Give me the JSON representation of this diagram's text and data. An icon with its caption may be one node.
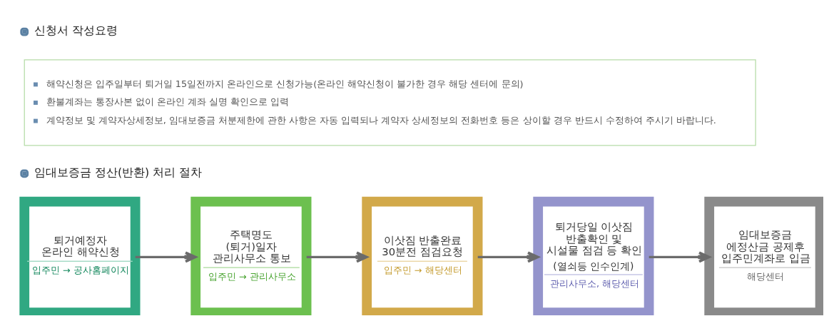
{
  "diagram": {
    "nodes": [
      {
        "text": [
          "해약신청은 입주일부터 퇴거일 15일전까지 온라인으로 신청가능(온라인 해약신청이 불가한 경우 해당 센터에 문의)",
          "환불계좌는 통장사본 없이 온라인 계좌 실명 확인으로 입력",
          "계약정보 및 계약자상세정보, 임대보증금 처분제한에 관한 사항은 자동 입력되나 계약자 상세정보의 전화번호 등은 상이할 경우 반드시 수정하여 주시기 바랍니다."
        ]
      },
      {
        "text": [
          "퇴거예정자 온라인 해약신청",
          "입주민 → 공사홈페이지"
        ]
      },
      {
        "text": [
          "주택명도 (퇴거)일자 관리사무소 통보",
          "입주민 → 관리사무소"
        ]
      },
      {
        "text": [
          "이삿짐 반출완료 30분전 점검요청",
          "입주민 → 해당센터"
        ]
      },
      {
        "text": [
          "퇴거당일 이삿짐 반출확인 및 시설물 점검 등 확인",
          "(열쇠등 인수인계)",
          "관리사무소, 해당센터"
        ]
      },
      {
        "text": [
          "임대보증금 에정산금 공제후 입주민계좌로 입금",
          "해당센터"
        ]
      }
    ],
    "edges": [
      {
        "from": 1,
        "to": 2,
        "arrow": "to"
      },
      {
        "from": 2,
        "to": 3,
        "arrow": "to"
      },
      {
        "from": 3,
        "to": 4,
        "arrow": "to"
      },
      {
        "from": 4,
        "to": 5,
        "arrow": "to"
      }
    ],
    "labels": [
      "신청서 작성요령",
      "임대보증금 정산(반환) 처리 절차"
    ]
  }
}
